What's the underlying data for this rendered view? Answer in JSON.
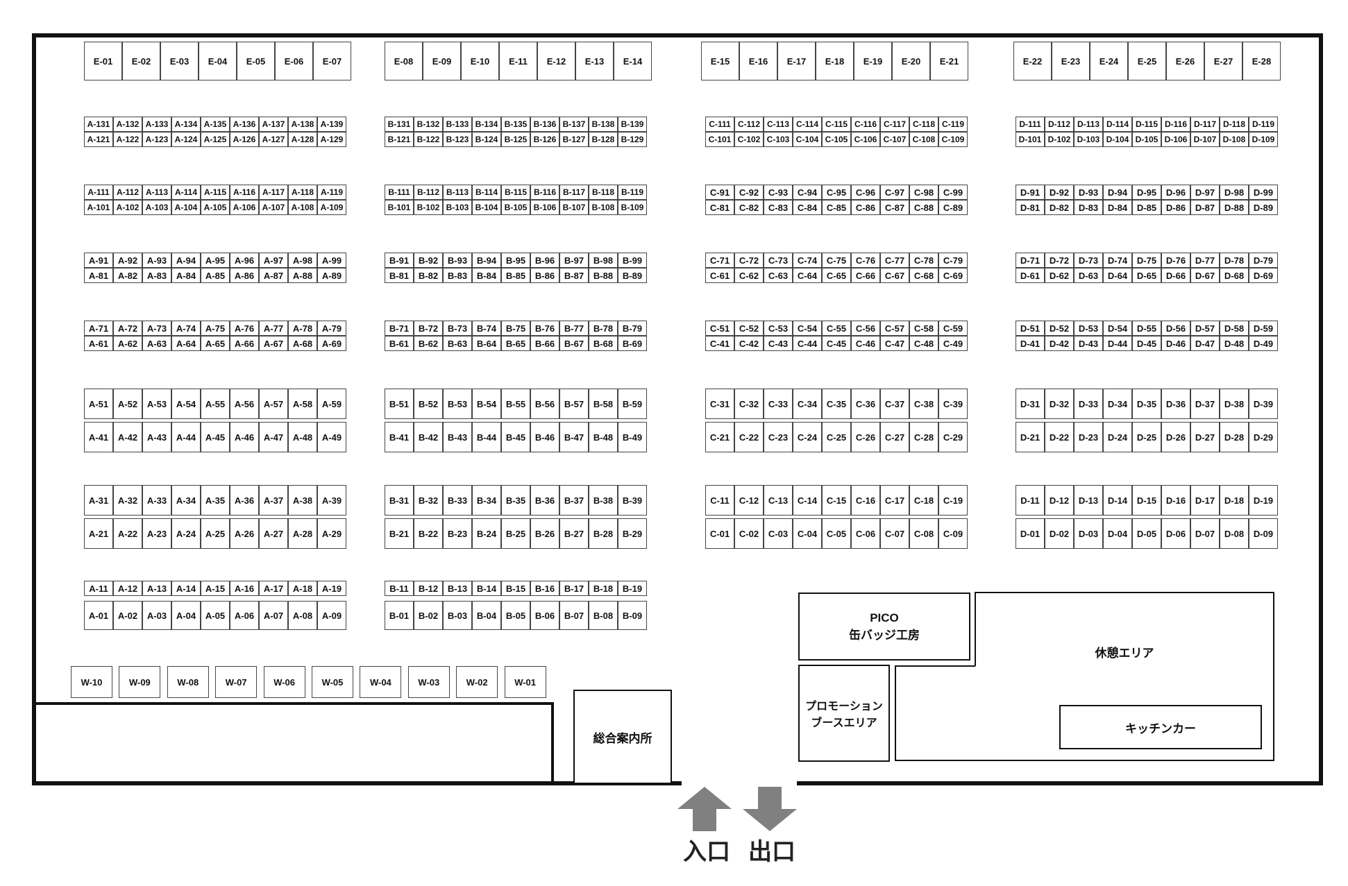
{
  "booth_rows": [
    {
      "row": "E-top-1",
      "ids": [
        "E-01",
        "E-02",
        "E-03",
        "E-04",
        "E-05",
        "E-06",
        "E-07"
      ]
    },
    {
      "row": "E-top-2",
      "ids": [
        "E-08",
        "E-09",
        "E-10",
        "E-11",
        "E-12",
        "E-13",
        "E-14"
      ]
    },
    {
      "row": "E-top-3",
      "ids": [
        "E-15",
        "E-16",
        "E-17",
        "E-18",
        "E-19",
        "E-20",
        "E-21"
      ]
    },
    {
      "row": "E-top-4",
      "ids": [
        "E-22",
        "E-23",
        "E-24",
        "E-25",
        "E-26",
        "E-27",
        "E-28"
      ]
    }
  ],
  "blocks": {
    "A": {
      "rows": [
        [
          "A-131",
          "A-132",
          "A-133",
          "A-134",
          "A-135",
          "A-136",
          "A-137",
          "A-138",
          "A-139"
        ],
        [
          "A-121",
          "A-122",
          "A-123",
          "A-124",
          "A-125",
          "A-126",
          "A-127",
          "A-128",
          "A-129"
        ],
        [
          "A-111",
          "A-112",
          "A-113",
          "A-114",
          "A-115",
          "A-116",
          "A-117",
          "A-118",
          "A-119"
        ],
        [
          "A-101",
          "A-102",
          "A-103",
          "A-104",
          "A-105",
          "A-106",
          "A-107",
          "A-108",
          "A-109"
        ],
        [
          "A-91",
          "A-92",
          "A-93",
          "A-94",
          "A-95",
          "A-96",
          "A-97",
          "A-98",
          "A-99"
        ],
        [
          "A-81",
          "A-82",
          "A-83",
          "A-84",
          "A-85",
          "A-86",
          "A-87",
          "A-88",
          "A-89"
        ],
        [
          "A-71",
          "A-72",
          "A-73",
          "A-74",
          "A-75",
          "A-76",
          "A-77",
          "A-78",
          "A-79"
        ],
        [
          "A-61",
          "A-62",
          "A-63",
          "A-64",
          "A-65",
          "A-66",
          "A-67",
          "A-68",
          "A-69"
        ],
        [
          "A-51",
          "A-52",
          "A-53",
          "A-54",
          "A-55",
          "A-56",
          "A-57",
          "A-58",
          "A-59"
        ],
        [
          "A-41",
          "A-42",
          "A-43",
          "A-44",
          "A-45",
          "A-46",
          "A-47",
          "A-48",
          "A-49"
        ],
        [
          "A-31",
          "A-32",
          "A-33",
          "A-34",
          "A-35",
          "A-36",
          "A-37",
          "A-38",
          "A-39"
        ],
        [
          "A-21",
          "A-22",
          "A-23",
          "A-24",
          "A-25",
          "A-26",
          "A-27",
          "A-28",
          "A-29"
        ],
        [
          "A-11",
          "A-12",
          "A-13",
          "A-14",
          "A-15",
          "A-16",
          "A-17",
          "A-18",
          "A-19"
        ],
        [
          "A-01",
          "A-02",
          "A-03",
          "A-04",
          "A-05",
          "A-06",
          "A-07",
          "A-08",
          "A-09"
        ]
      ]
    },
    "B": {
      "rows": [
        [
          "B-131",
          "B-132",
          "B-133",
          "B-134",
          "B-135",
          "B-136",
          "B-137",
          "B-138",
          "B-139"
        ],
        [
          "B-121",
          "B-122",
          "B-123",
          "B-124",
          "B-125",
          "B-126",
          "B-127",
          "B-128",
          "B-129"
        ],
        [
          "B-111",
          "B-112",
          "B-113",
          "B-114",
          "B-115",
          "B-116",
          "B-117",
          "B-118",
          "B-119"
        ],
        [
          "B-101",
          "B-102",
          "B-103",
          "B-104",
          "B-105",
          "B-106",
          "B-107",
          "B-108",
          "B-109"
        ],
        [
          "B-91",
          "B-92",
          "B-93",
          "B-94",
          "B-95",
          "B-96",
          "B-97",
          "B-98",
          "B-99"
        ],
        [
          "B-81",
          "B-82",
          "B-83",
          "B-84",
          "B-85",
          "B-86",
          "B-87",
          "B-88",
          "B-89"
        ],
        [
          "B-71",
          "B-72",
          "B-73",
          "B-74",
          "B-75",
          "B-76",
          "B-77",
          "B-78",
          "B-79"
        ],
        [
          "B-61",
          "B-62",
          "B-63",
          "B-64",
          "B-65",
          "B-66",
          "B-67",
          "B-68",
          "B-69"
        ],
        [
          "B-51",
          "B-52",
          "B-53",
          "B-54",
          "B-55",
          "B-56",
          "B-57",
          "B-58",
          "B-59"
        ],
        [
          "B-41",
          "B-42",
          "B-43",
          "B-44",
          "B-45",
          "B-46",
          "B-47",
          "B-48",
          "B-49"
        ],
        [
          "B-31",
          "B-32",
          "B-33",
          "B-34",
          "B-35",
          "B-36",
          "B-37",
          "B-38",
          "B-39"
        ],
        [
          "B-21",
          "B-22",
          "B-23",
          "B-24",
          "B-25",
          "B-26",
          "B-27",
          "B-28",
          "B-29"
        ],
        [
          "B-11",
          "B-12",
          "B-13",
          "B-14",
          "B-15",
          "B-16",
          "B-17",
          "B-18",
          "B-19"
        ],
        [
          "B-01",
          "B-02",
          "B-03",
          "B-04",
          "B-05",
          "B-06",
          "B-07",
          "B-08",
          "B-09"
        ]
      ]
    },
    "C": {
      "rows": [
        [
          "C-111",
          "C-112",
          "C-113",
          "C-114",
          "C-115",
          "C-116",
          "C-117",
          "C-118",
          "C-119"
        ],
        [
          "C-101",
          "C-102",
          "C-103",
          "C-104",
          "C-105",
          "C-106",
          "C-107",
          "C-108",
          "C-109"
        ],
        [
          "C-91",
          "C-92",
          "C-93",
          "C-94",
          "C-95",
          "C-96",
          "C-97",
          "C-98",
          "C-99"
        ],
        [
          "C-81",
          "C-82",
          "C-83",
          "C-84",
          "C-85",
          "C-86",
          "C-87",
          "C-88",
          "C-89"
        ],
        [
          "C-71",
          "C-72",
          "C-73",
          "C-74",
          "C-75",
          "C-76",
          "C-77",
          "C-78",
          "C-79"
        ],
        [
          "C-61",
          "C-62",
          "C-63",
          "C-64",
          "C-65",
          "C-66",
          "C-67",
          "C-68",
          "C-69"
        ],
        [
          "C-51",
          "C-52",
          "C-53",
          "C-54",
          "C-55",
          "C-56",
          "C-57",
          "C-58",
          "C-59"
        ],
        [
          "C-41",
          "C-42",
          "C-43",
          "C-44",
          "C-45",
          "C-46",
          "C-47",
          "C-48",
          "C-49"
        ],
        [
          "C-31",
          "C-32",
          "C-33",
          "C-34",
          "C-35",
          "C-36",
          "C-37",
          "C-38",
          "C-39"
        ],
        [
          "C-21",
          "C-22",
          "C-23",
          "C-24",
          "C-25",
          "C-26",
          "C-27",
          "C-28",
          "C-29"
        ],
        [
          "C-11",
          "C-12",
          "C-13",
          "C-14",
          "C-15",
          "C-16",
          "C-17",
          "C-18",
          "C-19"
        ],
        [
          "C-01",
          "C-02",
          "C-03",
          "C-04",
          "C-05",
          "C-06",
          "C-07",
          "C-08",
          "C-09"
        ]
      ]
    },
    "D": {
      "rows": [
        [
          "D-111",
          "D-112",
          "D-113",
          "D-114",
          "D-115",
          "D-116",
          "D-117",
          "D-118",
          "D-119"
        ],
        [
          "D-101",
          "D-102",
          "D-103",
          "D-104",
          "D-105",
          "D-106",
          "D-107",
          "D-108",
          "D-109"
        ],
        [
          "D-91",
          "D-92",
          "D-93",
          "D-94",
          "D-95",
          "D-96",
          "D-97",
          "D-98",
          "D-99"
        ],
        [
          "D-81",
          "D-82",
          "D-83",
          "D-84",
          "D-85",
          "D-86",
          "D-87",
          "D-88",
          "D-89"
        ],
        [
          "D-71",
          "D-72",
          "D-73",
          "D-74",
          "D-75",
          "D-76",
          "D-77",
          "D-78",
          "D-79"
        ],
        [
          "D-61",
          "D-62",
          "D-63",
          "D-64",
          "D-65",
          "D-66",
          "D-67",
          "D-68",
          "D-69"
        ],
        [
          "D-51",
          "D-52",
          "D-53",
          "D-54",
          "D-55",
          "D-56",
          "D-57",
          "D-58",
          "D-59"
        ],
        [
          "D-41",
          "D-42",
          "D-43",
          "D-44",
          "D-45",
          "D-46",
          "D-47",
          "D-48",
          "D-49"
        ],
        [
          "D-31",
          "D-32",
          "D-33",
          "D-34",
          "D-35",
          "D-36",
          "D-37",
          "D-38",
          "D-39"
        ],
        [
          "D-21",
          "D-22",
          "D-23",
          "D-24",
          "D-25",
          "D-26",
          "D-27",
          "D-28",
          "D-29"
        ],
        [
          "D-11",
          "D-12",
          "D-13",
          "D-14",
          "D-15",
          "D-16",
          "D-17",
          "D-18",
          "D-19"
        ],
        [
          "D-01",
          "D-02",
          "D-03",
          "D-04",
          "D-05",
          "D-06",
          "D-07",
          "D-08",
          "D-09"
        ]
      ]
    }
  },
  "w_booths": [
    "W-10",
    "W-09",
    "W-08",
    "W-07",
    "W-06",
    "W-05",
    "W-04",
    "W-03",
    "W-02",
    "W-01"
  ],
  "facilities": {
    "pico_line1": "PICO",
    "pico_line2": "缶バッジ工房",
    "promo_line1": "プロモーション",
    "promo_line2": "ブースエリア",
    "rest_area": "休憩エリア",
    "kitchen_car": "キッチンカー",
    "info_desk": "総合案内所"
  },
  "doors": {
    "entrance": "入口",
    "exit": "出口"
  },
  "colors": {
    "wall": "#111111",
    "booth_border": "#444444",
    "arrow": "#808080"
  }
}
